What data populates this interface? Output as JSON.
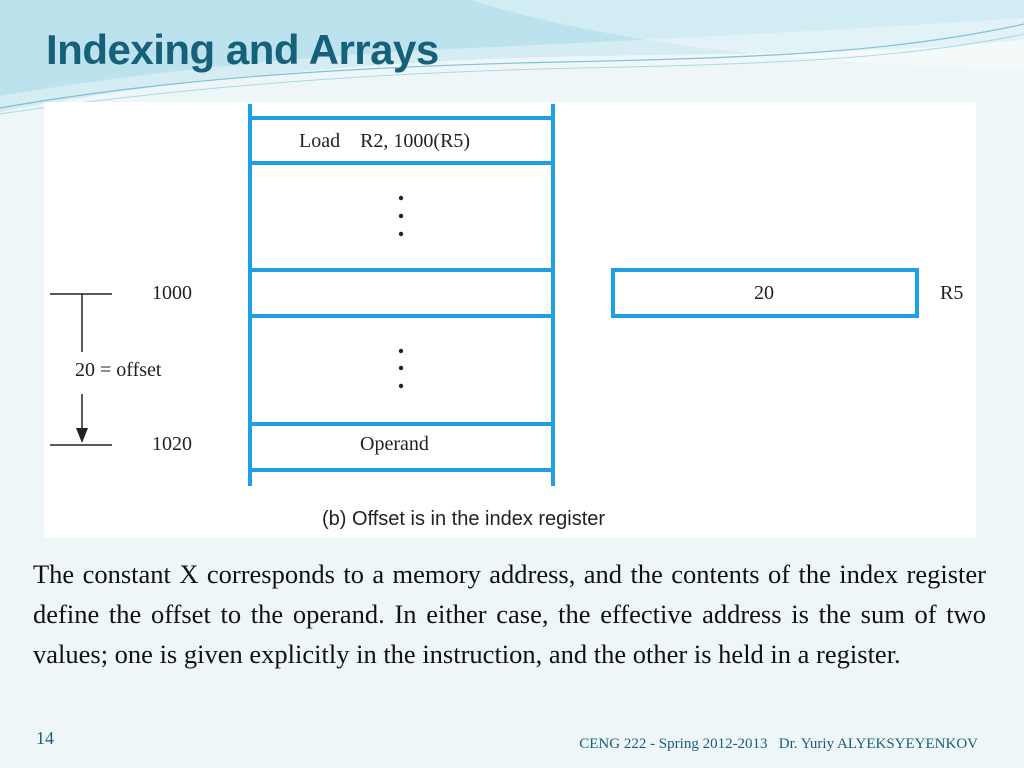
{
  "slide": {
    "title": "Indexing and Arrays",
    "page_number": "14",
    "footer": "CENG 222 - Spring 2012-2013   Dr. Yuriy ALYEKSYEYENKOV"
  },
  "figure": {
    "memory_cells": {
      "instruction": "Load    R2, 1000(R5)",
      "operand": "Operand"
    },
    "addresses": {
      "start": "1000",
      "end": "1020"
    },
    "offset_label": "20 = offset",
    "register": {
      "name": "R5",
      "value": "20"
    },
    "caption": "(b) Offset is in the index register"
  },
  "body": {
    "paragraph": "The constant X corresponds to a memory address, and the contents of the index register define the offset to the operand. In either case, the effective address is the sum of two values; one is given explicitly in the instruction, and the other is held in a register."
  },
  "colors": {
    "title": "#17607a",
    "memory_border": "#1e9fe6"
  }
}
